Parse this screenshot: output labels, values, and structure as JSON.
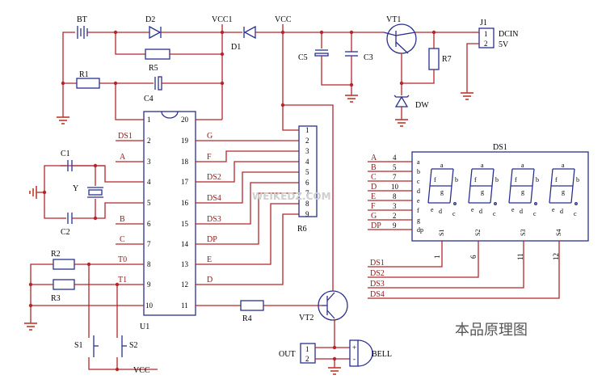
{
  "title": "本品原理图",
  "watermark": "WEIKEDZ.COM",
  "components": {
    "bt": "BT",
    "d1": "D1",
    "d2": "D2",
    "vcc1": "VCC1",
    "vcc": "VCC",
    "vt1": "VT1",
    "j1": "J1",
    "dcin": "DCIN",
    "v5": "5V",
    "r1": "R1",
    "r2": "R2",
    "r3": "R3",
    "r4": "R4",
    "r5": "R5",
    "r6": "R6",
    "r7": "R7",
    "c1": "C1",
    "c2": "C2",
    "c3": "C3",
    "c4": "C4",
    "c5": "C5",
    "y": "Y",
    "u1": "U1",
    "dw": "DW",
    "vt2": "VT2",
    "out": "OUT",
    "bell": "BELL",
    "s1": "S1",
    "s2": "S2",
    "ds1": "DS1"
  },
  "u1_left_pins": [
    {
      "num": "1",
      "sig": ""
    },
    {
      "num": "2",
      "sig": "DS1"
    },
    {
      "num": "3",
      "sig": "A"
    },
    {
      "num": "4",
      "sig": ""
    },
    {
      "num": "5",
      "sig": ""
    },
    {
      "num": "6",
      "sig": "B"
    },
    {
      "num": "7",
      "sig": "C"
    },
    {
      "num": "8",
      "sig": "T0"
    },
    {
      "num": "9",
      "sig": "T1"
    },
    {
      "num": "10",
      "sig": ""
    }
  ],
  "u1_right_pins": [
    {
      "num": "20",
      "sig": ""
    },
    {
      "num": "19",
      "sig": "G"
    },
    {
      "num": "18",
      "sig": "F"
    },
    {
      "num": "17",
      "sig": "DS2"
    },
    {
      "num": "16",
      "sig": "DS4"
    },
    {
      "num": "15",
      "sig": "DS3"
    },
    {
      "num": "14",
      "sig": "DP"
    },
    {
      "num": "13",
      "sig": "E"
    },
    {
      "num": "12",
      "sig": "D"
    },
    {
      "num": "11",
      "sig": ""
    }
  ],
  "r6_pins": [
    "1",
    "2",
    "3",
    "4",
    "5",
    "6",
    "7",
    "8",
    "9"
  ],
  "ds1_inputs": [
    {
      "sig": "A",
      "pin": "4",
      "seg": "a"
    },
    {
      "sig": "B",
      "pin": "5",
      "seg": "b"
    },
    {
      "sig": "C",
      "pin": "7",
      "seg": "c"
    },
    {
      "sig": "D",
      "pin": "10",
      "seg": "d"
    },
    {
      "sig": "E",
      "pin": "8",
      "seg": "e"
    },
    {
      "sig": "F",
      "pin": "3",
      "seg": "f"
    },
    {
      "sig": "G",
      "pin": "2",
      "seg": "g"
    },
    {
      "sig": "DP",
      "pin": "9",
      "seg": "dp"
    }
  ],
  "ds1_digits": [
    {
      "label": "S1",
      "pin": "1",
      "line": "DS1"
    },
    {
      "label": "S2",
      "pin": "6",
      "line": "DS2"
    },
    {
      "label": "S3",
      "pin": "11",
      "line": "DS3"
    },
    {
      "label": "S4",
      "pin": "12",
      "line": "DS4"
    }
  ],
  "seg_letters": [
    "a",
    "b",
    "c",
    "d",
    "e",
    "f",
    "g"
  ],
  "j1_pins": [
    "1",
    "2"
  ],
  "out_pins": [
    "1",
    "2"
  ],
  "bell_pins": [
    "+",
    "-"
  ],
  "vcc_bottom": "VCC"
}
